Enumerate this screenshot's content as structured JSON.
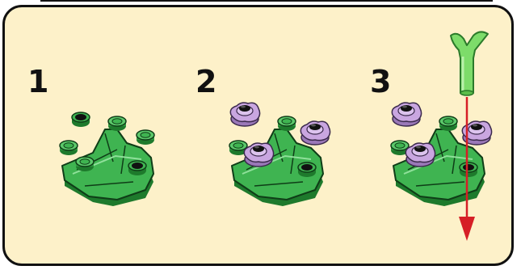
{
  "steps": [
    {
      "number": "1"
    },
    {
      "number": "2"
    },
    {
      "number": "3"
    }
  ],
  "colors": {
    "background": "#fdf1c9",
    "border": "#111111",
    "brick_green": "#3fb451",
    "brick_green_dark": "#1e7a2c",
    "flower_purple": "#c9a6e0",
    "flower_purple_dark": "#6a4b86",
    "stem_green": "#7ddc6a",
    "arrow_red": "#d61f26"
  },
  "icons": [
    "plate-icon",
    "flower-icon",
    "stem-icon",
    "down-arrow-icon"
  ]
}
